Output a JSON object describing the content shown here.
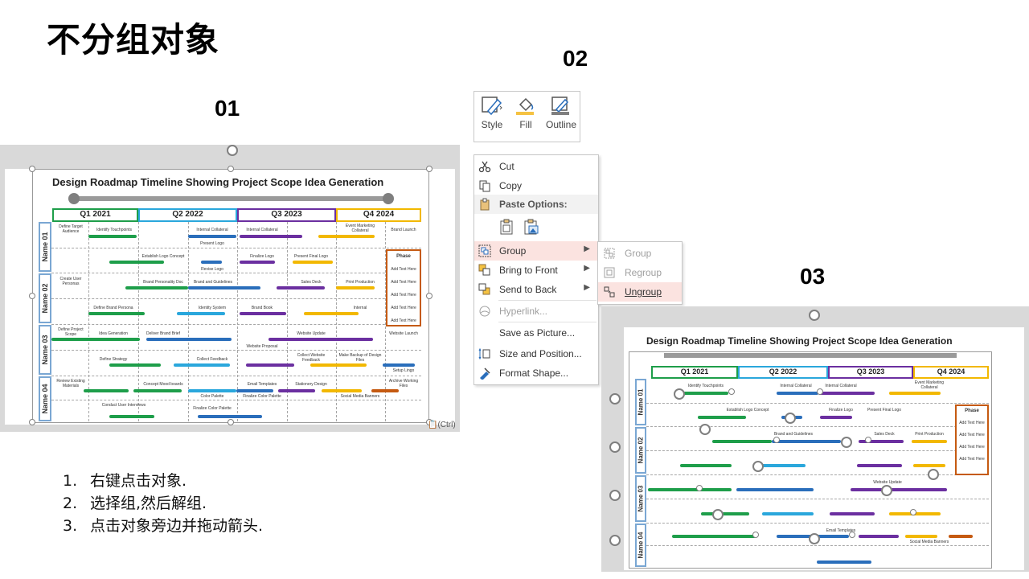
{
  "page_title": "不分组对象",
  "steps": {
    "s1": "01",
    "s2": "02",
    "s3": "03"
  },
  "roadmap": {
    "title": "Design Roadmap Timeline Showing Project Scope Idea Generation",
    "quarters": [
      "Q1 2021",
      "Q2 2022",
      "Q3 2023",
      "Q4 2024"
    ],
    "quarter_colors": [
      "#1e9e4a",
      "#2aa7dc",
      "#6b2fa0",
      "#f2b800"
    ],
    "names": [
      "Name 01",
      "Name 02",
      "Name 03",
      "Name 04"
    ],
    "phase_title": "Phase",
    "phase_items": [
      "Add Text Here",
      "Add Text Here",
      "Add Text Here",
      "Add Text Here",
      "Add Text Here"
    ],
    "tasks": {
      "t1": "Define Target Audience",
      "t2": "Identify Touchpoints",
      "t3": "Internal Collateral",
      "t4": "Internal Collateral",
      "t5": "Event Marketing Collateral",
      "t6": "Brand Launch",
      "t7": "Present Logo",
      "t8": "Establish Logo Concept",
      "t9": "Finalize Logo",
      "t10": "Present Final Logo",
      "t11": "Revise Logo",
      "t12": "Create User Personas",
      "t13": "Brand Personality Doc",
      "t14": "Brand and Guidelines",
      "t15": "Sales Deck",
      "t16": "Print Production",
      "t17": "Define Brand Persona",
      "t18": "Identity System",
      "t19": "Brand Book",
      "t20": "Internal",
      "t21": "Define Project Scope",
      "t22": "Idea Generation",
      "t23": "Deliver Brand Brief",
      "t24": "Website Update",
      "t25": "Website Launch",
      "t26": "Website Proposal",
      "t27": "Define Strategy",
      "t28": "Collect Feedback",
      "t29": "Collect Website Feedback",
      "t30": "Make Backup of Design Files",
      "t31": "Setup Lingo",
      "t32": "Review Existing Materials",
      "t33": "Concept Mood boards",
      "t34": "Email Templates",
      "t35": "Stationery Design",
      "t36": "Archive Working Files",
      "t37": "Color Palette",
      "t38": "Finalize Color Palette",
      "t39": "Social Media Banners",
      "t40": "Conduct User Interviews",
      "t41": "Finalize Color Palette"
    }
  },
  "paste_ctrl": "(Ctrl)",
  "ribbon": {
    "style": "Style",
    "fill": "Fill",
    "outline": "Outline"
  },
  "context_menu": {
    "cut": "Cut",
    "copy": "Copy",
    "paste_options": "Paste Options:",
    "group": "Group",
    "bring_to_front": "Bring to Front",
    "send_to_back": "Send to Back",
    "hyperlink": "Hyperlink...",
    "save_as_picture": "Save as Picture...",
    "size_position": "Size and Position...",
    "format_shape": "Format Shape..."
  },
  "submenu": {
    "group": "Group",
    "regroup": "Regroup",
    "ungroup": "Ungroup"
  },
  "instructions": [
    "右键点击对象.",
    "选择组,然后解组.",
    "点击对象旁边并拖动箭头."
  ],
  "instruction_numbers": [
    "1.",
    "2.",
    "3."
  ]
}
